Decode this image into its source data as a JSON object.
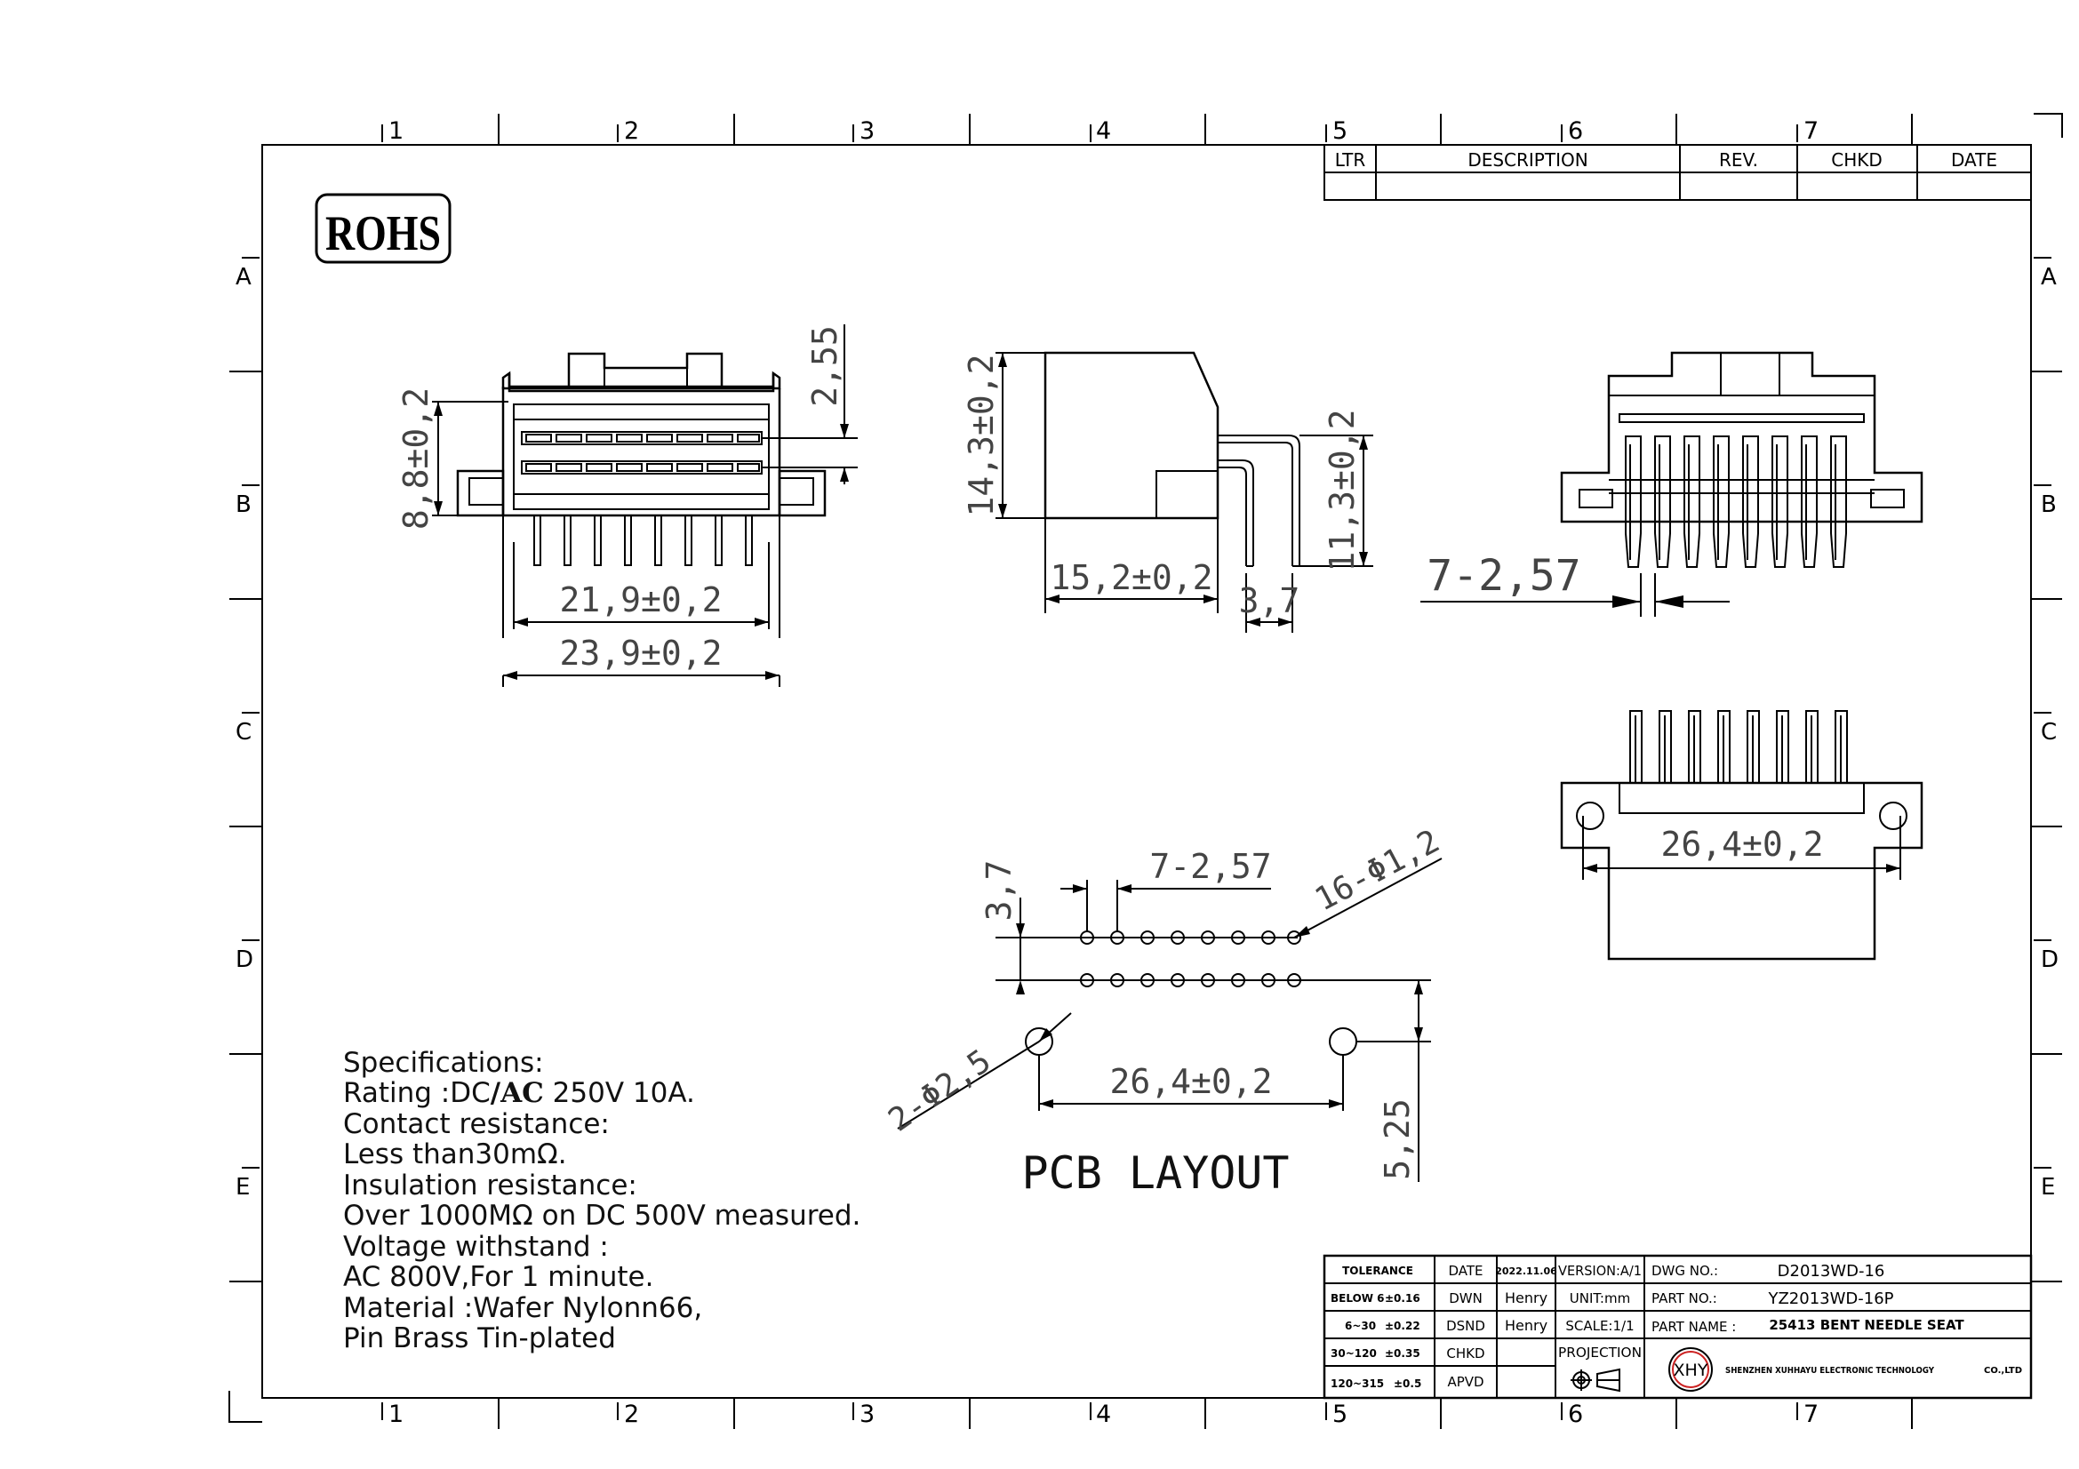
{
  "border": {
    "columns": [
      "1",
      "2",
      "3",
      "4",
      "5",
      "6",
      "7"
    ],
    "rows": [
      "A",
      "B",
      "C",
      "D",
      "E"
    ]
  },
  "revision_block": {
    "headers": {
      "ltr": "LTR",
      "description": "DESCRIPTION",
      "rev": "REV.",
      "chkd": "CHKD",
      "date": "DATE"
    }
  },
  "rohs": "ROHS",
  "front_view": {
    "height_dim": "8,8±0,2",
    "pitch_dim": "2,55",
    "inner_width_dim": "21,9±0,2",
    "outer_width_dim": "23,9±0,2"
  },
  "side_view": {
    "height_dim": "14,3±0,2",
    "pin_height_dim": "11,3±0,2",
    "depth_dim": "15,2±0,2",
    "pin_offset_dim": "3,7"
  },
  "top_view": {
    "pitch_dim": "7-2,57"
  },
  "bottom_view": {
    "width_dim": "26,4±0,2"
  },
  "pcb_layout": {
    "title": "PCB LAYOUT",
    "row_spacing_dim": "3,7",
    "pitch_dim": "7-2,57",
    "hole_dim": "16-Φ1,2",
    "mount_hole_dim": "2-Φ2,5",
    "mount_spacing_dim": "26,4±0,2",
    "mount_offset_dim": "5,25"
  },
  "specifications": [
    "Specifications:",
    "Contact  resistance:",
    "Less  than30mΩ.",
    "Insulation  resistance:",
    "Over  1000MΩ  on  DC  500V  measured.",
    "Voltage  withstand  :",
    "AC  800V,For  1  minute.",
    "Material  :Wafer  Nylonn66,",
    "Pin  Brass  Tin-plated"
  ],
  "rating": {
    "prefix": "Rating  :DC",
    "slash_ac": "/AC",
    "suffix": "  250V  10A."
  },
  "title_block": {
    "tolerance_label": "TOLERANCE",
    "tolerances": [
      {
        "range": "BELOW 6",
        "value": "±0.16"
      },
      {
        "range": "6~30",
        "value": "±0.22"
      },
      {
        "range": "30~120",
        "value": "±0.35"
      },
      {
        "range": "120~315",
        "value": "±0.5"
      }
    ],
    "date_label": "DATE",
    "date_value": "2022.11.06",
    "dwn_label": "DWN",
    "dwn_value": "Henry",
    "dsnd_label": "DSND",
    "dsnd_value": "Henry",
    "chkd_label": "CHKD",
    "apvd_label": "APVD",
    "version": "VERSION:A/1",
    "unit": "UNIT:mm",
    "scale": "SCALE:1/1",
    "projection": "PROJECTION",
    "dwg_no_label": "DWG NO.:",
    "dwg_no": "D2013WD-16",
    "part_no_label": "PART NO.:",
    "part_no": "YZ2013WD-16P",
    "part_name_label": "PART NAME :",
    "part_name": "25413 BENT NEEDLE SEAT",
    "logo": "XHY",
    "company": "SHENZHEN XUHHAYU ELECTRONIC TECHNOLOGY",
    "company_suffix": "CO.,LTD"
  }
}
